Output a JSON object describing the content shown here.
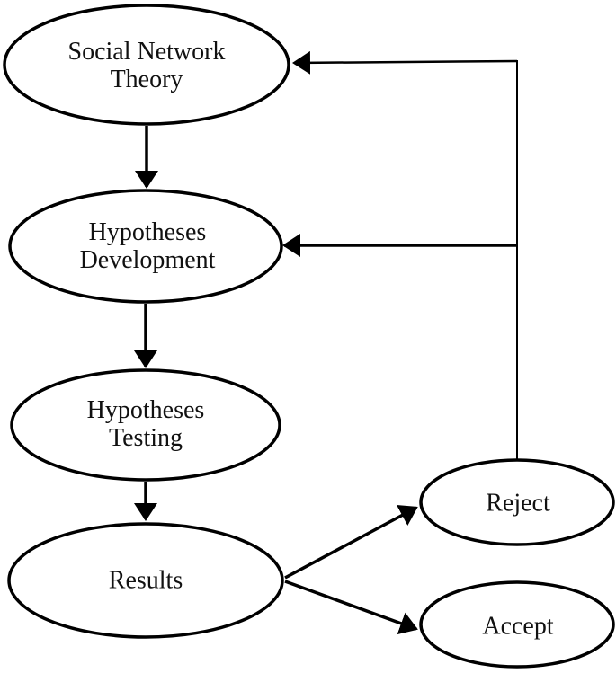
{
  "diagram": {
    "colors": {
      "stroke": "#000000",
      "node_fill": "#ffffff",
      "text": "#111111",
      "background": "#ffffff"
    },
    "nodes": [
      {
        "id": "social-network-theory",
        "label": "Social Network\nTheory"
      },
      {
        "id": "hypotheses-development",
        "label": "Hypotheses\nDevelopment"
      },
      {
        "id": "hypotheses-testing",
        "label": "Hypotheses\nTesting"
      },
      {
        "id": "results",
        "label": "Results"
      },
      {
        "id": "reject",
        "label": "Reject"
      },
      {
        "id": "accept",
        "label": "Accept"
      }
    ],
    "edges": [
      {
        "from": "social-network-theory",
        "to": "hypotheses-development",
        "type": "forward"
      },
      {
        "from": "hypotheses-development",
        "to": "hypotheses-testing",
        "type": "forward"
      },
      {
        "from": "hypotheses-testing",
        "to": "results",
        "type": "forward"
      },
      {
        "from": "results",
        "to": "reject",
        "type": "forward"
      },
      {
        "from": "results",
        "to": "accept",
        "type": "forward"
      },
      {
        "from": "reject",
        "to": "social-network-theory",
        "type": "feedback"
      },
      {
        "from": "reject",
        "to": "hypotheses-development",
        "type": "feedback"
      }
    ]
  }
}
